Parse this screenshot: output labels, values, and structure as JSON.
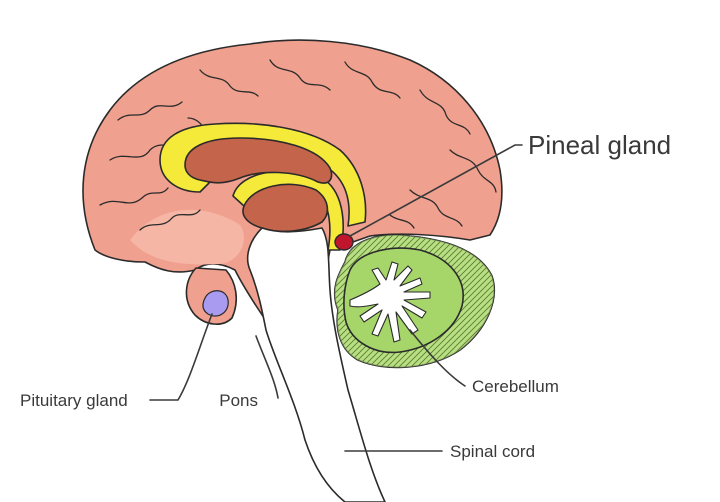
{
  "labels": {
    "pineal": "Pineal gland",
    "pituitary": "Pituitary gland",
    "pons": "Pons",
    "cerebellum": "Cerebellum",
    "spinal": "Spinal cord"
  },
  "colors": {
    "cortex": "#f0a08e",
    "cortex_light": "#f6b6a5",
    "corpus_callosum": "#f5ea3a",
    "ventricle": "#c4644a",
    "cerebellum": "#a6d66a",
    "cerebellum_hatch": "#c9e89b",
    "pineal": "#c0162d",
    "pituitary": "#a99cf0",
    "brainstem": "#ffffff",
    "text": "#3a3a3a"
  }
}
